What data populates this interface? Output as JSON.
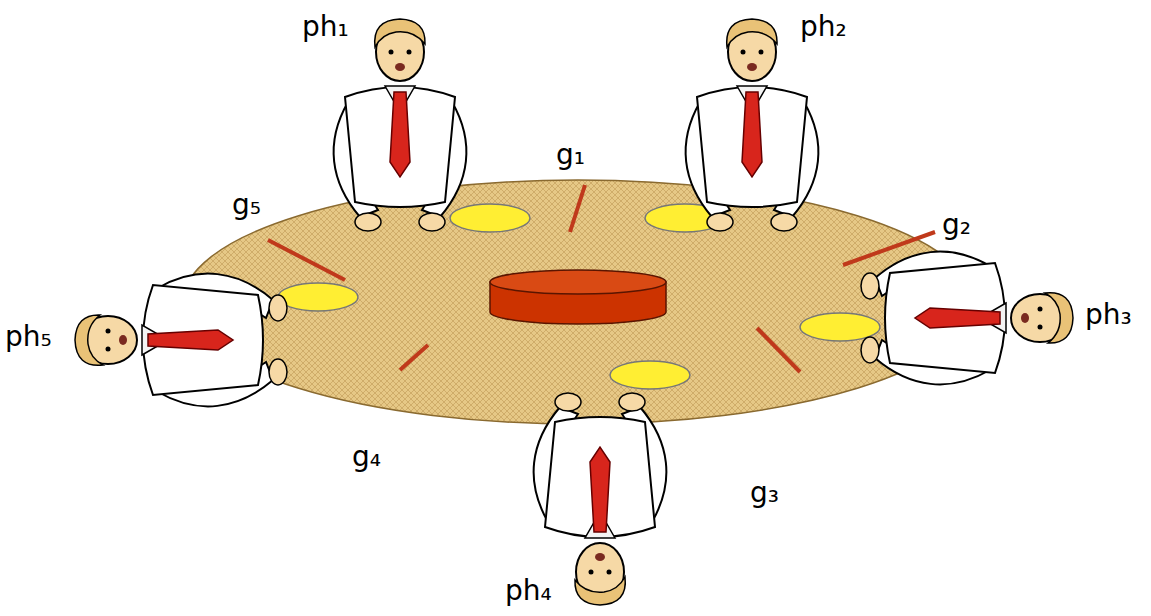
{
  "diagram": {
    "labels": [
      "ph₁",
      "ph₂",
      "g₁",
      "g₅",
      "g₂",
      "ph₃",
      "ph₅",
      "g₄",
      "g₃",
      "ph₄"
    ]
  }
}
